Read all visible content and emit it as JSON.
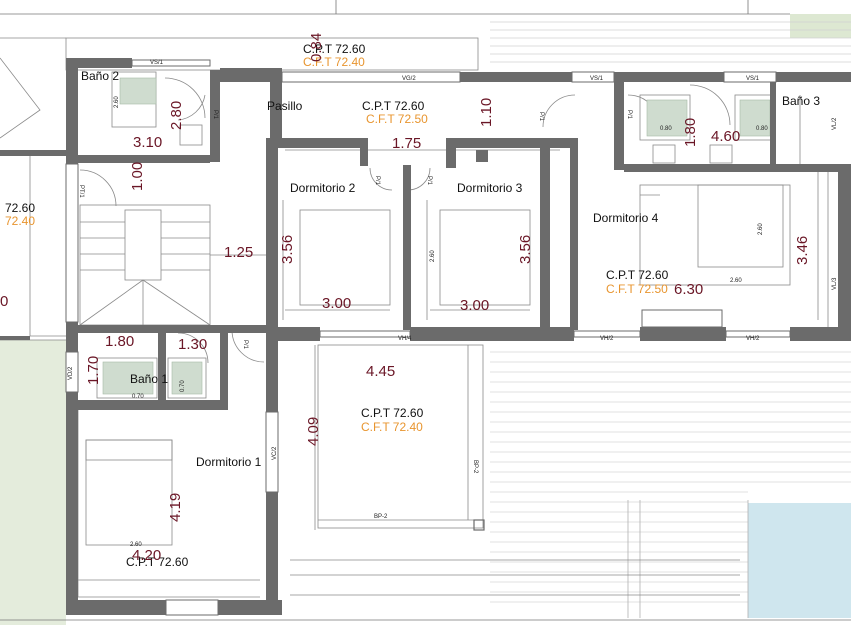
{
  "colors": {
    "wall": "#6b6b6b",
    "thin_line": "#8a8a8a",
    "dimension": "#6a1626",
    "cpt": "#111111",
    "cft": "#e8952f",
    "tile": "#cfdccf",
    "grass": "#dde8d2",
    "pool": "#cfe6ee",
    "deck": "#b9b9b9"
  },
  "rooms": [
    {
      "key": "bano2",
      "name": "Baño 2"
    },
    {
      "key": "pasillo",
      "name": "Pasillo"
    },
    {
      "key": "bano3",
      "name": "Baño 3"
    },
    {
      "key": "dormitorio2",
      "name": "Dormitorio 2"
    },
    {
      "key": "dormitorio3",
      "name": "Dormitorio 3"
    },
    {
      "key": "dormitorio4",
      "name": "Dormitorio 4"
    },
    {
      "key": "bano1",
      "name": "Baño 1"
    },
    {
      "key": "dormitorio1",
      "name": "Dormitorio 1"
    }
  ],
  "levels": [
    {
      "key": "top",
      "cpt": "C.P.T 72.60",
      "cft": "C.F.T 72.40"
    },
    {
      "key": "pasillo",
      "cpt": "C.P.T 72.60",
      "cft": "C.F.T 72.50"
    },
    {
      "key": "left",
      "cpt": "72.60",
      "cft": "72.40"
    },
    {
      "key": "dorm4",
      "cpt": "C.P.T 72.60",
      "cft": "C.F.T 72.50"
    },
    {
      "key": "terrace",
      "cpt": "C.P.T 72.60",
      "cft": "C.F.T 72.40"
    },
    {
      "key": "dorm1",
      "cpt": "C.P.T 72.60",
      "cft": ""
    }
  ],
  "dimensions": [
    {
      "key": "d_084",
      "value": "0.84"
    },
    {
      "key": "d_310",
      "value": "3.10"
    },
    {
      "key": "d_280",
      "value": "2.80"
    },
    {
      "key": "d_110",
      "value": "1.10"
    },
    {
      "key": "d_175",
      "value": "1.75"
    },
    {
      "key": "d_180_b3",
      "value": "1.80"
    },
    {
      "key": "d_460",
      "value": "4.60"
    },
    {
      "key": "d_100",
      "value": "1.00"
    },
    {
      "key": "d_125",
      "value": "1.25"
    },
    {
      "key": "d_356_a",
      "value": "3.56"
    },
    {
      "key": "d_356_b",
      "value": "3.56"
    },
    {
      "key": "d_300_a",
      "value": "3.00"
    },
    {
      "key": "d_300_b",
      "value": "3.00"
    },
    {
      "key": "d_346",
      "value": "3.46"
    },
    {
      "key": "d_630",
      "value": "6.30"
    },
    {
      "key": "d_180_b1",
      "value": "1.80"
    },
    {
      "key": "d_130",
      "value": "1.30"
    },
    {
      "key": "d_170",
      "value": "1.70"
    },
    {
      "key": "d_445",
      "value": "4.45"
    },
    {
      "key": "d_409",
      "value": "4.09"
    },
    {
      "key": "d_419",
      "value": "4.19"
    },
    {
      "key": "d_420",
      "value": "4.20"
    },
    {
      "key": "d_0",
      "value": "0"
    }
  ],
  "tags": [
    {
      "key": "vs1_top",
      "text": "VS/1"
    },
    {
      "key": "vg2",
      "text": "VG/2"
    },
    {
      "key": "vs1_mid",
      "text": "VS/1"
    },
    {
      "key": "vs1_b3",
      "text": "VS/1"
    },
    {
      "key": "p1_a",
      "text": "P/1"
    },
    {
      "key": "p1_b",
      "text": "P/1"
    },
    {
      "key": "p1_c",
      "text": "P/1"
    },
    {
      "key": "p1_d",
      "text": "P/1"
    },
    {
      "key": "p1_e",
      "text": "P/1"
    },
    {
      "key": "p1_f",
      "text": "P/1"
    },
    {
      "key": "pt1",
      "text": "PT/1"
    },
    {
      "key": "vh4",
      "text": "VH/4"
    },
    {
      "key": "vh2_a",
      "text": "VH/2"
    },
    {
      "key": "vh2_b",
      "text": "VH/2"
    },
    {
      "key": "vl2",
      "text": "VL/2"
    },
    {
      "key": "vl3",
      "text": "VL/3"
    },
    {
      "key": "vd2",
      "text": "VD/2"
    },
    {
      "key": "vc2",
      "text": "VC/2"
    },
    {
      "key": "bp2_h",
      "text": "BP-2"
    },
    {
      "key": "bp2_v",
      "text": "BP-2"
    },
    {
      "key": "w260_a",
      "text": "2.60"
    },
    {
      "key": "w260_b",
      "text": "2.60"
    },
    {
      "key": "w260_c",
      "text": "2.60"
    },
    {
      "key": "w260_d",
      "text": "2.60"
    },
    {
      "key": "w260_e",
      "text": "2.60"
    },
    {
      "key": "s080_a",
      "text": "0.80"
    },
    {
      "key": "s080_b",
      "text": "0.80"
    },
    {
      "key": "s070_a",
      "text": "0.70"
    },
    {
      "key": "s070_b",
      "text": "0.70"
    }
  ]
}
